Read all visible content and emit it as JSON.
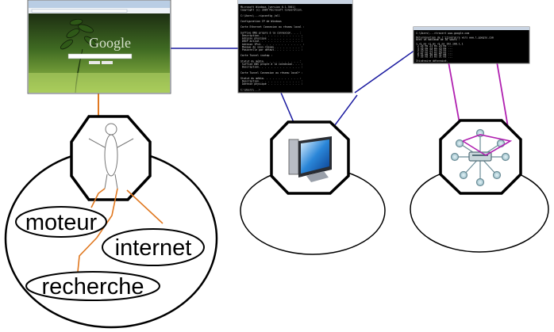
{
  "diagram": {
    "concepts": [
      {
        "id": "moteur",
        "label": "moteur"
      },
      {
        "id": "internet",
        "label": "internet"
      },
      {
        "id": "recherche",
        "label": "recherche"
      }
    ],
    "browser_thumbnail": {
      "logo_text": "Google"
    },
    "terminal_1": {
      "lines": [
        "Microsoft Windows [version 6.1.7601]",
        "Copyright (c) 2009 Microsoft Corporation.",
        "",
        "C:\\Users\\...>ipconfig /all",
        "",
        "Configuration IP de Windows",
        "",
        "Carte Ethernet Connexion au réseau local :",
        "",
        "  Suffixe DNS propre à la connexion. . . :",
        "  Description. . . . . . . . . . . . . . :",
        "  Adresse physique . . . . . . . . . . . :",
        "  DHCP activé. . . . . . . . . . . . . . :",
        "  Adresse IPv4. . . . . . . . . . . . . . :",
        "  Masque de sous-réseau. . . . . . . . . :",
        "  Passerelle par défaut. . . . . . . . . :",
        "",
        "Carte Tunnel isatap :",
        "",
        "  Statut du média. . . . . . . . . . . . :",
        "  Suffixe DNS propre à la connexion. . . :",
        "  Description. . . . . . . . . . . . . . :",
        "",
        "Carte Tunnel Connexion au réseau local* :",
        "",
        "  Statut du média. . . . . . . . . . . . :",
        "  Description. . . . . . . . . . . . . . :",
        "  Adresse physique . . . . . . . . . . . :",
        "",
        "C:\\Users\\...>"
      ]
    },
    "terminal_2": {
      "lines": [
        "C:\\Users\\...>tracert www.google.com",
        "",
        "Détermination de l'itinéraire vers www.l.google.com",
        "avec un maximum de 30 sauts :",
        "",
        "  1    <1 ms    <1 ms    <1 ms  192.168.1.1",
        "  2    24 ms    23 ms    24 ms  ...",
        "  3    25 ms    24 ms    25 ms  ...",
        "  4    26 ms    25 ms    26 ms  ...",
        "  5    27 ms    27 ms    26 ms  ...",
        "  6    31 ms    30 ms    31 ms  ...",
        "  7    32 ms    31 ms    31 ms  ...",
        "",
        "Itinéraire déterminé."
      ]
    },
    "colors": {
      "person_link": "#e07820",
      "computer_link": "#1a1aa0",
      "network_link": "#b020b0",
      "outline": "#000000"
    }
  }
}
